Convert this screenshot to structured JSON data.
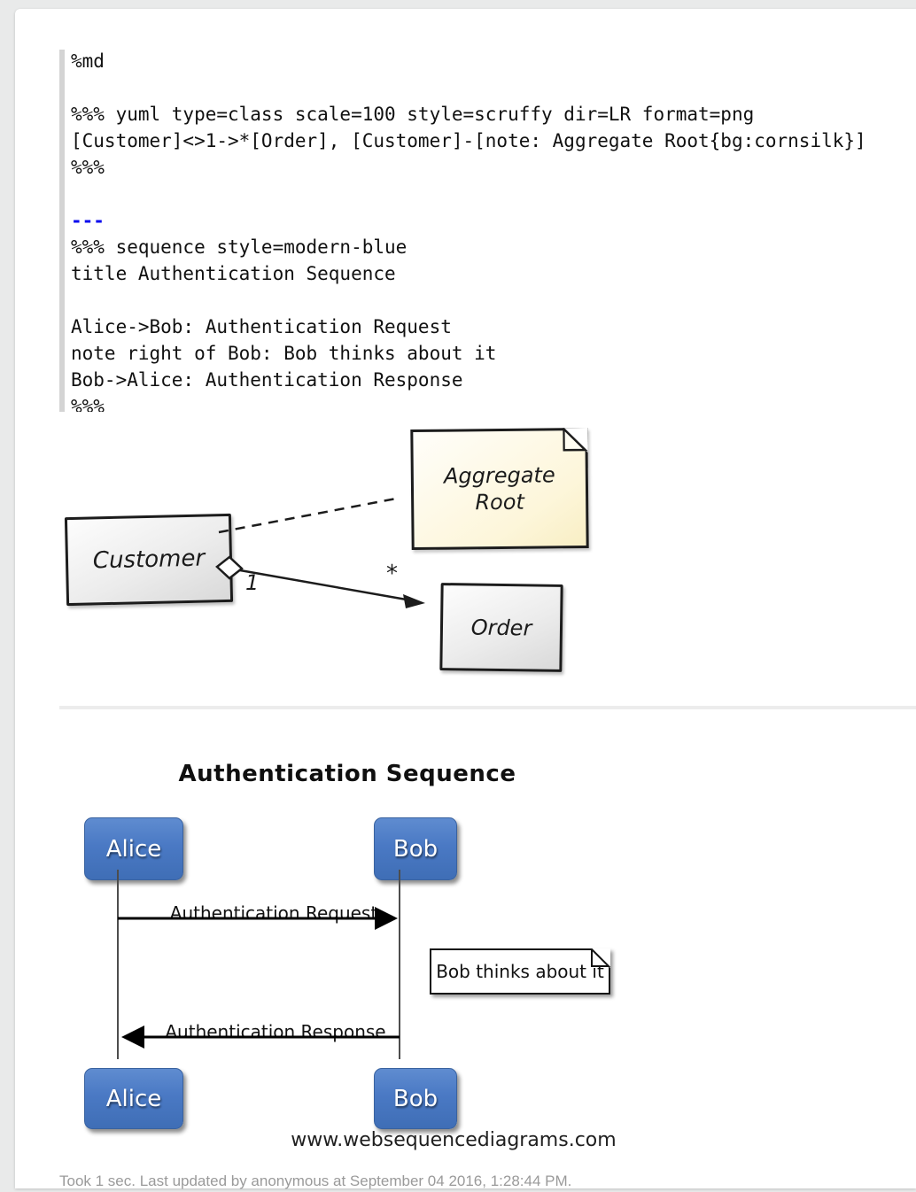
{
  "notebook": {
    "code": {
      "lines": [
        "%md",
        "",
        "%%% yuml type=class scale=100 style=scruffy dir=LR format=png",
        "[Customer]<>1->*[Order], [Customer]-[note: Aggregate Root{bg:cornsilk}]",
        "%%%",
        "",
        "---",
        "%%% sequence style=modern-blue",
        "title Authentication Sequence",
        "",
        "Alice->Bob: Authentication Request",
        "note right of Bob: Bob thinks about it",
        "Bob->Alice: Authentication Response",
        "%%%"
      ],
      "md_rule_syntax_color": "#0b0bee"
    },
    "status_bar": {
      "text": "Took 1 sec. Last updated by anonymous at September 04 2016, 1:28:44 PM."
    }
  },
  "class_diagram": {
    "customer_label": "Customer",
    "order_label": "Order",
    "note_label": "Aggregate Root",
    "multiplicity_source": "1",
    "multiplicity_target": "*",
    "note_bg_color": "#fff8dc",
    "box_border_color": "#1c1c1c"
  },
  "sequence_diagram": {
    "title": "Authentication Sequence",
    "actors": [
      "Alice",
      "Bob"
    ],
    "messages": [
      {
        "from": "Alice",
        "to": "Bob",
        "label": "Authentication Request"
      },
      {
        "from": "Bob",
        "to": "Alice",
        "label": "Authentication Response"
      }
    ],
    "note_text": "Bob thinks about it",
    "watermark": "www.websequencediagrams.com",
    "actor_color": "#4a79c4"
  }
}
